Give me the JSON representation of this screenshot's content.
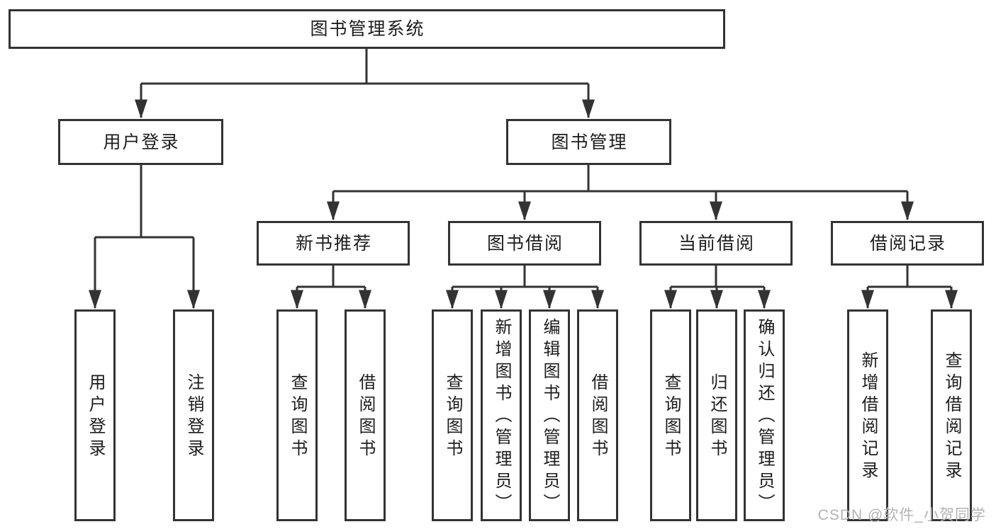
{
  "tree": {
    "root": {
      "label": "图书管理系统"
    },
    "login": {
      "label": "用户登录",
      "children": [
        {
          "label": "用户登录"
        },
        {
          "label": "注销登录"
        }
      ]
    },
    "mgmt": {
      "label": "图书管理",
      "children": [
        {
          "label": "新书推荐",
          "children": [
            {
              "label": "查询图书"
            },
            {
              "label": "借阅图书"
            }
          ]
        },
        {
          "label": "图书借阅",
          "children": [
            {
              "label": "查询图书"
            },
            {
              "label": "新增图书（管理员）"
            },
            {
              "label": "编辑图书（管理员）"
            },
            {
              "label": "借阅图书"
            }
          ]
        },
        {
          "label": "当前借阅",
          "children": [
            {
              "label": "查询图书"
            },
            {
              "label": "归还图书"
            },
            {
              "label": "确认归还（管理员）"
            }
          ]
        },
        {
          "label": "借阅记录",
          "children": [
            {
              "label": "新增借阅记录"
            },
            {
              "label": "查询借阅记录"
            }
          ]
        }
      ]
    }
  },
  "watermark": {
    "text": "CSDN @软件_小贺同学"
  },
  "colors": {
    "line": "#333333",
    "box_border": "#333333",
    "box_fill": "#ffffff",
    "text": "#1d1d1d",
    "watermark": "#b3b3b3",
    "background": "#ffffff"
  }
}
